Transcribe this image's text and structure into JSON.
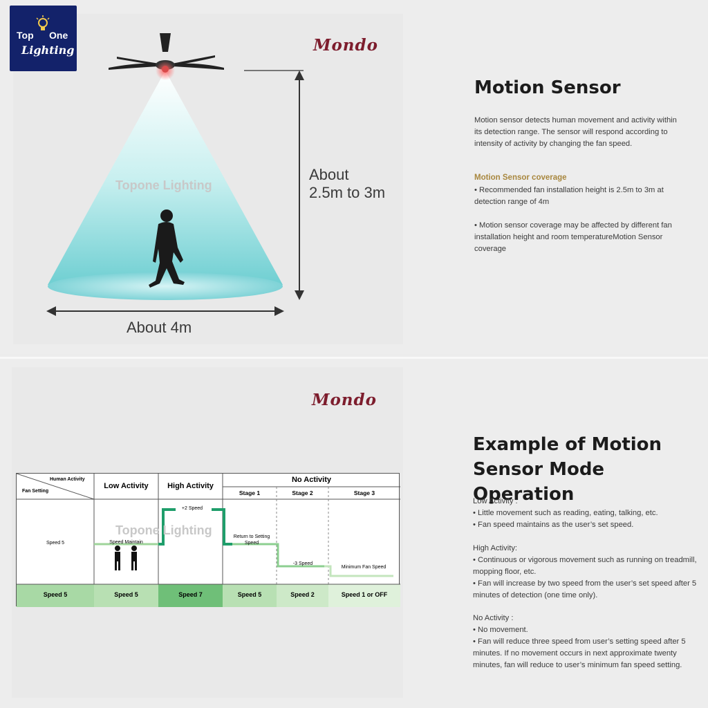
{
  "logo": {
    "word1": "Top",
    "word2": "One",
    "word3": "Lighting"
  },
  "brand": "Mondo",
  "watermark": "Topone Lighting",
  "diagram": {
    "height_label_1": "About",
    "height_label_2": "2.5m to 3m",
    "width_label": "About 4m"
  },
  "section1": {
    "title": "Motion Sensor",
    "intro": "Motion sensor detects human movement and activity within its detection range. The sensor will respond according to intensity of activity by changing the fan speed.",
    "coverage_title": "Motion Sensor coverage",
    "bullet1": "• Recommended fan installation height is 2.5m to 3m at detection range of 4m",
    "bullet2": "• Motion sensor coverage may be affected by different fan installation height and room temperatureMotion Sensor coverage"
  },
  "section2": {
    "title": "Example of Motion Sensor Mode Operation",
    "low_title": "Low Activity :",
    "low_b1": "• Little movement such as reading, eating, talking, etc.",
    "low_b2": "• Fan speed maintains as the user’s set speed.",
    "high_title": "High Activity:",
    "high_b1": "• Continuous or vigorous movement such as running on treadmill, mopping floor, etc.",
    "high_b2": "• Fan will increase by two speed from the user’s set speed after 5 minutes of detection (one time only).",
    "no_title": "No Activity :",
    "no_b1": "• No movement.",
    "no_b2": "• Fan will reduce three speed from user’s setting speed after 5 minutes. If no movement occurs in next approximate twenty minutes, fan will reduce to user’s minimum fan speed setting."
  },
  "table": {
    "corner_top": "Human Activity",
    "corner_bottom": "Fan Setting",
    "col_low": "Low Activity",
    "col_high": "High Activity",
    "col_no": "No Activity",
    "stage1": "Stage 1",
    "stage2": "Stage 2",
    "stage3": "Stage 3",
    "note_speed5": "Speed 5",
    "note_maintain": "Speed Maintain",
    "note_plus2": "+2 Speed",
    "note_return": "Return to Setting Speed",
    "note_minus3": "-3 Speed",
    "note_min": "Minimum Fan Speed",
    "foot": [
      "Speed 5",
      "Speed 5",
      "Speed 7",
      "Speed 5",
      "Speed 2",
      "Speed 1 or OFF"
    ]
  },
  "colors": {
    "navy": "#13226a",
    "brand": "#7d1d2d",
    "accent_gold": "#a8873e",
    "cone": "#7fd9dc",
    "green": "#1f9e6b"
  }
}
